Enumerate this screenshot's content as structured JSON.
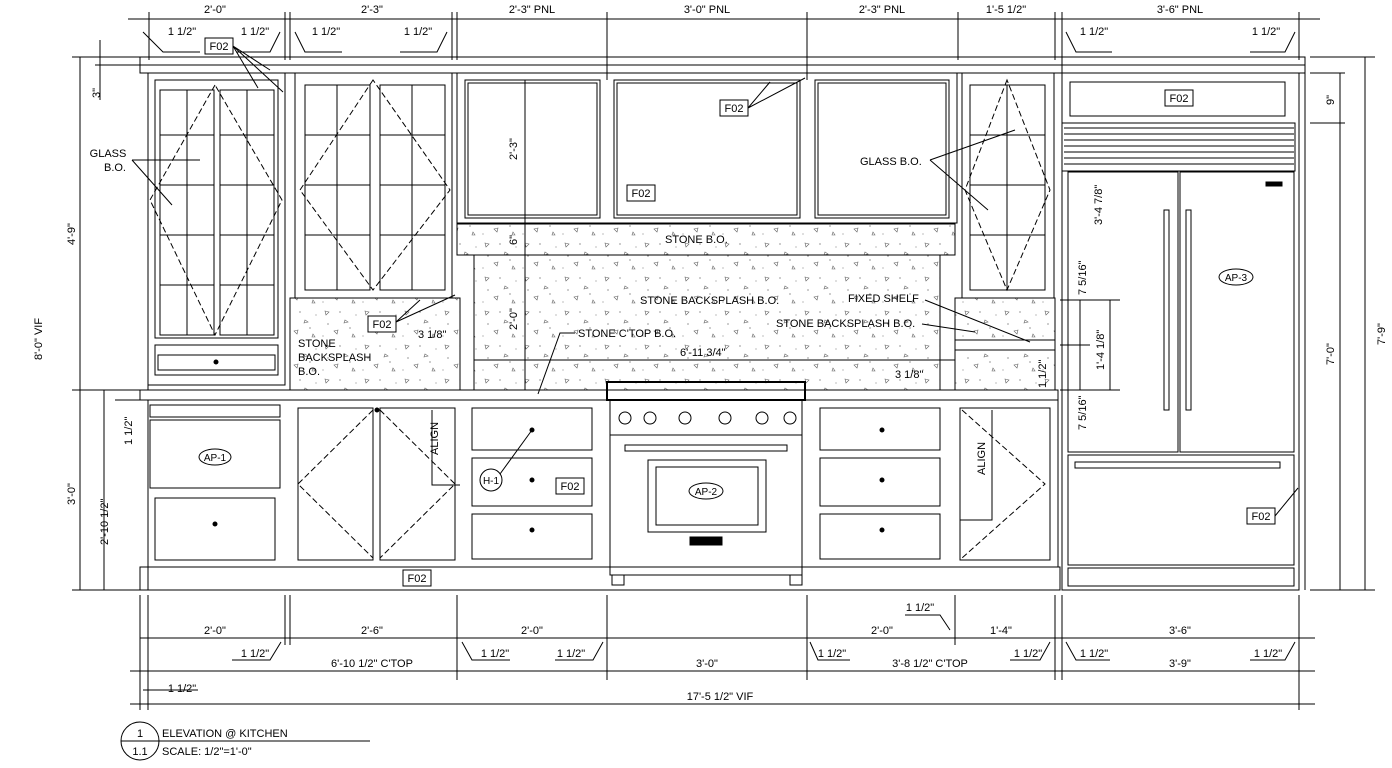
{
  "title": {
    "number": "1",
    "sheet": "1.1",
    "name": "ELEVATION @ KITCHEN",
    "scale": "SCALE: 1/2\"=1'-0\""
  },
  "dims_top": [
    "2'-0\"",
    "2'-3\"",
    "2'-3\" PNL",
    "3'-0\" PNL",
    "2'-3\" PNL",
    "1'-5 1/2\"",
    "3'-6\" PNL"
  ],
  "dims_top_small": [
    "1 1/2\"",
    "1 1/2\"",
    "1 1/2\"",
    "1 1/2\"",
    "1 1/2\"",
    "1 1/2\""
  ],
  "dims_bottom_row1": [
    "2'-0\"",
    "2'-6\"",
    "2'-0\"",
    "2'-0\"",
    "1'-4\"",
    "3'-6\""
  ],
  "dims_bottom_row2": [
    "6'-10 1/2\" C'TOP",
    "3'-0\"",
    "3'-8 1/2\" C'TOP",
    "3'-9\""
  ],
  "dims_bottom_small": [
    "1 1/2\"",
    "1 1/2\"",
    "1 1/2\"",
    "1 1/2\"",
    "1 1/2\"",
    "1 1/2\"",
    "1 1/2\"",
    "1 1/2\"",
    "1 1/2\""
  ],
  "dims_overall": "17'-5 1/2\" VIF",
  "dims_left": {
    "overall": "8'-0\" VIF",
    "upper": "4'-9\"",
    "lower": "3'-0\"",
    "base": "2'-10 1/2\"",
    "crown": "3\"",
    "ctop": "1 1/2\""
  },
  "dims_right": {
    "top": "9\"",
    "fridge": "7'-0\"",
    "overall": "7'-9\""
  },
  "dims_inner": {
    "panel_h": "2'-3\"",
    "band": "6\"",
    "splash_h": "2'-0\"",
    "span": "6'-11 3/4\"",
    "left_gap": "3 1/8\"",
    "right_gap": "3 1/8\"",
    "shelf_top": "7 5/16\"",
    "shelf_mid": "1'-4 1/8\"",
    "shelf_bot": "7 5/16\"",
    "shelf_th": "1 1/2\"",
    "fridge_trim": "3'-4 7/8\"",
    "right_ctop": "1 1/2\""
  },
  "notes": {
    "glass_left": [
      "GLASS",
      "B.O."
    ],
    "glass_right": "GLASS B.O.",
    "stone_band": "STONE B.O.",
    "backsplash_center": "STONE BACKSPLASH B.O.",
    "backsplash_right": "STONE BACKSPLASH B.O.",
    "backsplash_left": [
      "STONE",
      "BACKSPLASH",
      "B.O."
    ],
    "ctop": "STONE C'TOP B.O.",
    "fixed_shelf": "FIXED SHELF",
    "align": "ALIGN"
  },
  "tags": {
    "finish": "F02",
    "dw": "AP-1",
    "range": "AP-2",
    "fridge": "AP-3",
    "hardware": "H-1"
  }
}
